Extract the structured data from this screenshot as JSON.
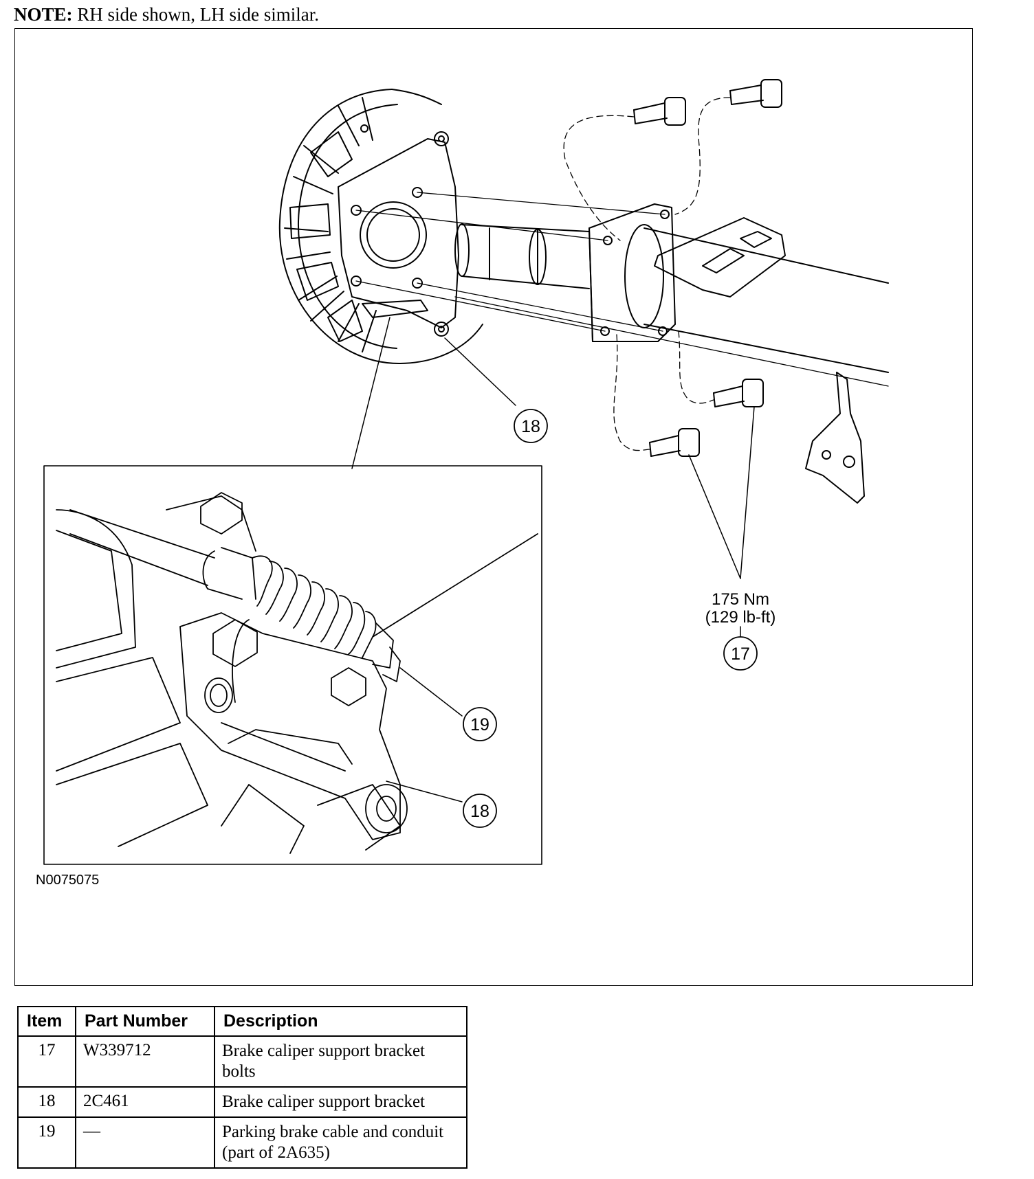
{
  "note": {
    "label": "NOTE:",
    "text": "RH side shown, LH side similar."
  },
  "figure": {
    "id": "N0075075",
    "torque": {
      "nm": "175 Nm",
      "lbft": "(129 lb-ft)"
    },
    "callouts": {
      "c17": "17",
      "c18_main": "18",
      "c18_inset": "18",
      "c19": "19"
    }
  },
  "table": {
    "headers": {
      "item": "Item",
      "part": "Part Number",
      "desc": "Description"
    },
    "rows": [
      {
        "item": "17",
        "part": "W339712",
        "desc": "Brake caliper support bracket bolts"
      },
      {
        "item": "18",
        "part": "2C461",
        "desc": "Brake caliper support bracket"
      },
      {
        "item": "19",
        "part": "—",
        "desc": "Parking brake cable and conduit (part of 2A635)"
      }
    ]
  }
}
